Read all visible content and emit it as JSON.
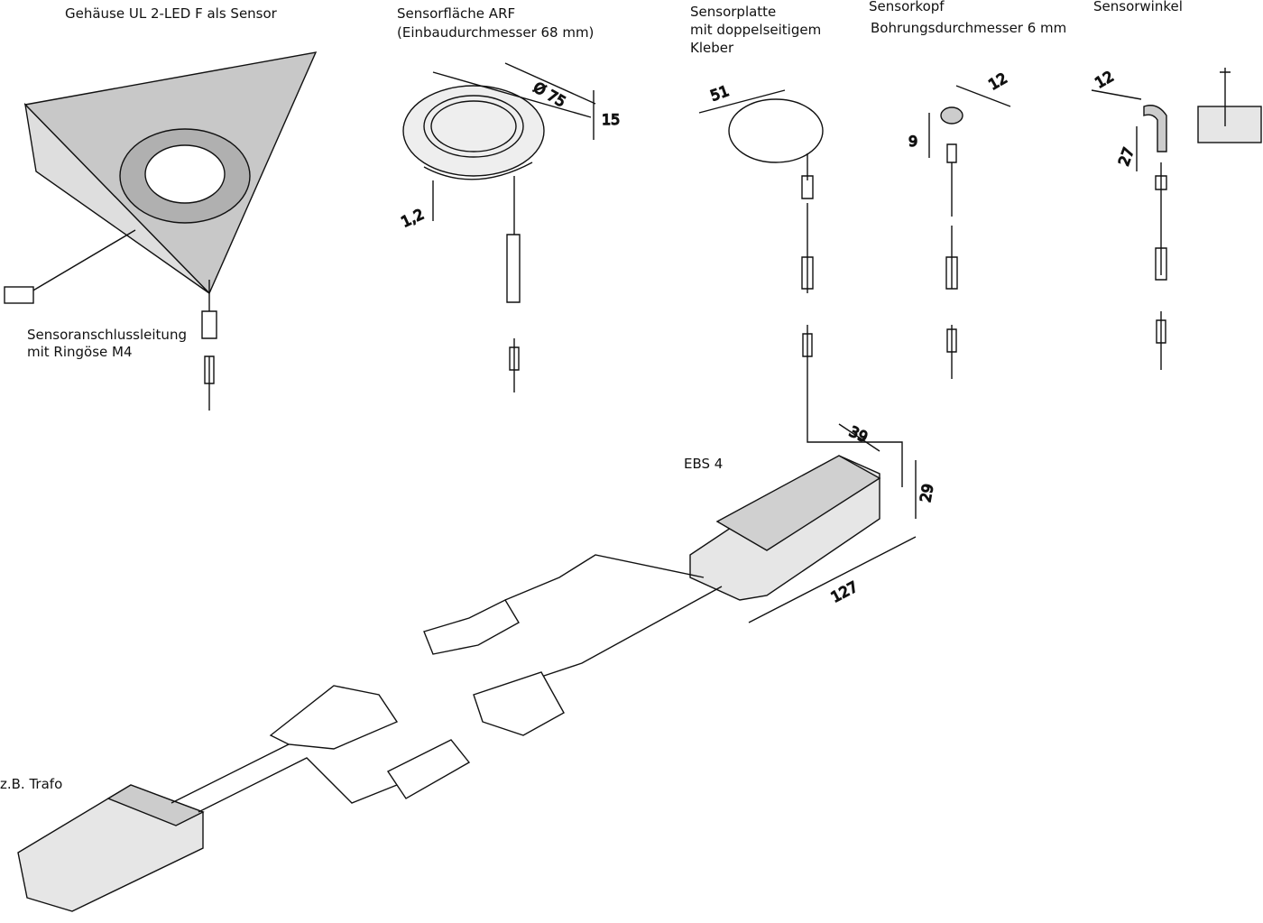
{
  "labels": {
    "housing": "Gehäuse UL 2-LED F als Sensor",
    "sensor_surface": "Sensorfläche ARF",
    "sensor_surface_sub": "(Einbaudurchmesser 68 mm)",
    "sensor_plate": "Sensorplatte",
    "sensor_plate_sub1": "mit doppelseitigem",
    "sensor_plate_sub2": "Kleber",
    "sensor_head": "Sensorkopf",
    "sensor_head_sub": "Bohrungsdurchmesser 6 mm",
    "sensor_bracket": "Sensorwinkel",
    "cable": "Sensoranschlussleitung",
    "cable_sub": "mit Ringöse M4",
    "ebs": "EBS 4",
    "trafo": "z.B. Trafo"
  },
  "dimensions": {
    "arf_diameter": "Ø 75",
    "arf_height": "15",
    "arf_thickness": "1,2",
    "plate": "51",
    "head_width": "12",
    "head_height": "9",
    "bracket_width": "12",
    "bracket_height": "27",
    "ebs_width": "39",
    "ebs_height": "29",
    "ebs_length": "127"
  },
  "colors": {
    "stroke": "#111111",
    "fill_grey": "#c8c8c8",
    "fill_light": "#e6e6e6"
  }
}
